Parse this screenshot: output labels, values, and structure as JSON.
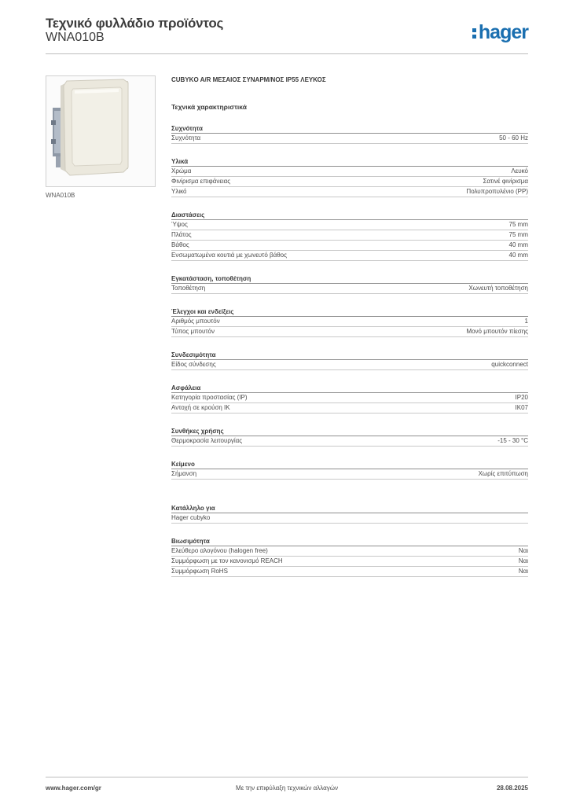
{
  "header": {
    "title": "Τεχνικό φυλλάδιο προϊόντος",
    "code": "WNA010B",
    "logo": "hager"
  },
  "image": {
    "caption": "WNA010B",
    "icon": "product-switch-image"
  },
  "product": {
    "name": "CUBYKO A/R ΜΕΣΑΙΟΣ ΣΥΝΑΡΜ/ΝΟΣ IP55 ΛΕΥΚΟΣ",
    "spec_heading": "Τεχνικά χαρακτηριστικά"
  },
  "sections": [
    {
      "title": "Συχνότητα",
      "rows": [
        {
          "k": "Συχνότητα",
          "v": "50 - 60 Hz"
        }
      ]
    },
    {
      "title": "Υλικά",
      "rows": [
        {
          "k": "Χρώμα",
          "v": "Λευκό"
        },
        {
          "k": "Φινίρισμα επιφάνειας",
          "v": "Σατινέ φινίρισμα"
        },
        {
          "k": "Υλικό",
          "v": "Πολυπροπυλένιο (PP)"
        }
      ]
    },
    {
      "title": "Διαστάσεις",
      "rows": [
        {
          "k": "Ύψος",
          "v": "75 mm"
        },
        {
          "k": "Πλάτος",
          "v": "75 mm"
        },
        {
          "k": "Βάθος",
          "v": "40 mm"
        },
        {
          "k": "Ενσωματωμένα κουτιά με χωνευτό βάθος",
          "v": "40 mm"
        }
      ]
    },
    {
      "title": "Εγκατάσταση, τοποθέτηση",
      "rows": [
        {
          "k": "Τοποθέτηση",
          "v": "Χωνευτή τοποθέτηση"
        }
      ]
    },
    {
      "title": "Έλεγχοι και ενδείξεις",
      "rows": [
        {
          "k": "Αριθμός μπουτόν",
          "v": "1"
        },
        {
          "k": "Τύπος μπουτόν",
          "v": "Μονό μπουτόν πίεσης"
        }
      ]
    },
    {
      "title": "Συνδεσιμότητα",
      "rows": [
        {
          "k": "Είδος σύνδεσης",
          "v": "quickconnect"
        }
      ]
    },
    {
      "title": "Ασφάλεια",
      "rows": [
        {
          "k": "Κατηγορία προστασίας (IP)",
          "v": "IP20"
        },
        {
          "k": "Αντοχή σε κρούση IK",
          "v": "IK07"
        }
      ]
    },
    {
      "title": "Συνθήκες χρήσης",
      "rows": [
        {
          "k": "Θερμοκρασία λειτουργίας",
          "v": "-15 - 30 °C"
        }
      ]
    },
    {
      "title": "Κείμενο",
      "rows": [
        {
          "k": "Σήμανση",
          "v": "Χωρίς επιτύπωση"
        }
      ]
    },
    {
      "title": "Κατάλληλο για",
      "rows": [
        {
          "k": "Hager cubyko",
          "v": ""
        }
      ]
    },
    {
      "title": "Βιωσιμότητα",
      "rows": [
        {
          "k": "Ελεύθερο αλογόνου (halogen free)",
          "v": "Ναι"
        },
        {
          "k": "Συμμόρφωση με τον κανονισμό REACH",
          "v": "Ναι"
        },
        {
          "k": "Συμμόρφωση RoHS",
          "v": "Ναι"
        }
      ]
    }
  ],
  "footer": {
    "url": "www.hager.com/gr",
    "notice": "Με την επιφύλαξη τεχνικών αλλαγών",
    "date": "28.08.2025"
  },
  "colors": {
    "brand": "#1a6fb0",
    "text": "#3a3a3a",
    "rule": "#bdbdbd"
  }
}
